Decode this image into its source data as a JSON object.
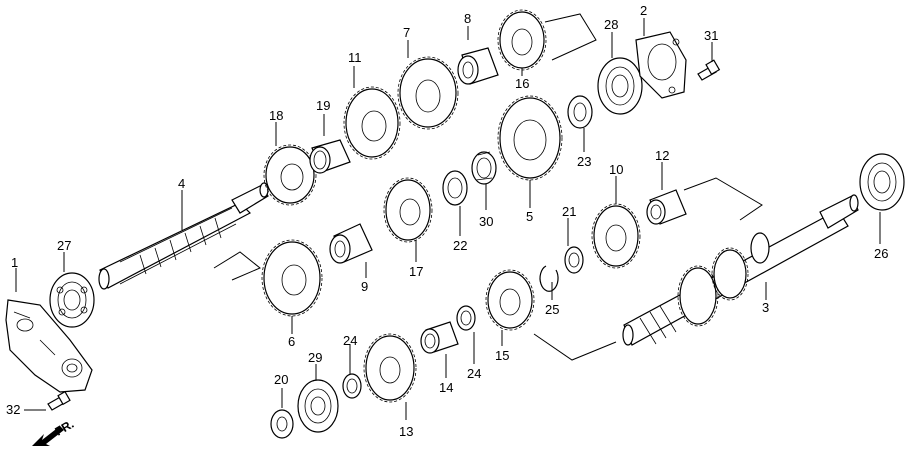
{
  "diagram": {
    "labels": {
      "p1": "1",
      "p2": "2",
      "p3": "3",
      "p4": "4",
      "p5": "5",
      "p6": "6",
      "p7": "7",
      "p8": "8",
      "p9": "9",
      "p10": "10",
      "p11": "11",
      "p12": "12",
      "p13": "13",
      "p14": "14",
      "p15": "15",
      "p16": "16",
      "p17": "17",
      "p18": "18",
      "p19": "19",
      "p20": "20",
      "p21": "21",
      "p22": "22",
      "p23": "23",
      "p24a": "24",
      "p24b": "24",
      "p25": "25",
      "p26": "26",
      "p27": "27",
      "p28": "28",
      "p29": "29",
      "p30": "30",
      "p31": "31",
      "p32": "32"
    },
    "direction_label": "FR."
  }
}
